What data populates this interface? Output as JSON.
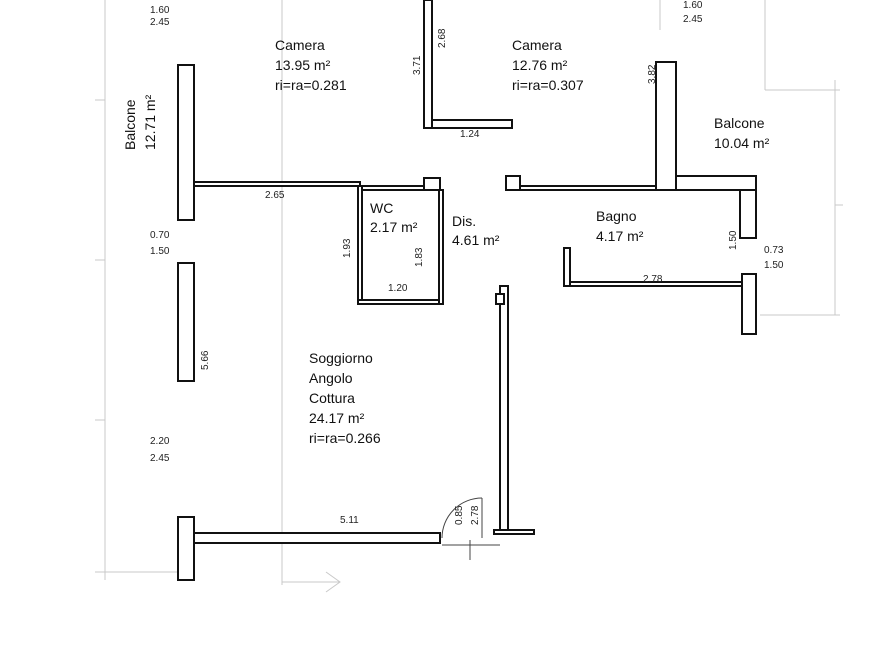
{
  "rooms": {
    "camera_left": {
      "name": "Camera",
      "area": "13.95 m²",
      "ratio": "ri=ra=0.281"
    },
    "camera_right": {
      "name": "Camera",
      "area": "12.76 m²",
      "ratio": "ri=ra=0.307"
    },
    "balcone_left": {
      "name": "Balcone",
      "area": "12.71 m²"
    },
    "balcone_right": {
      "name": "Balcone",
      "area": "10.04 m²"
    },
    "wc": {
      "name": "WC",
      "area": "2.17 m²"
    },
    "dis": {
      "name": "Dis.",
      "area": "4.61 m²"
    },
    "bagno": {
      "name": "Bagno",
      "area": "4.17 m²"
    },
    "soggiorno": {
      "line1": "Soggiorno",
      "line2": "Angolo",
      "line3": "Cottura",
      "area": "24.17 m²",
      "ratio": "ri=ra=0.266"
    }
  },
  "dimensions": {
    "d_160_left": "1.60",
    "d_245_left_top": "2.45",
    "d_160_right": "1.60",
    "d_245_right_top": "2.45",
    "d_371": "3.71",
    "d_268": "2.68",
    "d_124": "1.24",
    "d_382": "3.82",
    "d_265": "2.65",
    "d_070": "0.70",
    "d_150_left": "1.50",
    "d_193": "1.93",
    "d_183": "1.83",
    "d_120": "1.20",
    "d_150_right": "1.50",
    "d_073": "0.73",
    "d_150_right2": "1.50",
    "d_278_bagno": "2.78",
    "d_566": "5.66",
    "d_220": "2.20",
    "d_245_left_bottom": "2.45",
    "d_511": "5.11",
    "d_085": "0.85",
    "d_278_door": "2.78"
  }
}
